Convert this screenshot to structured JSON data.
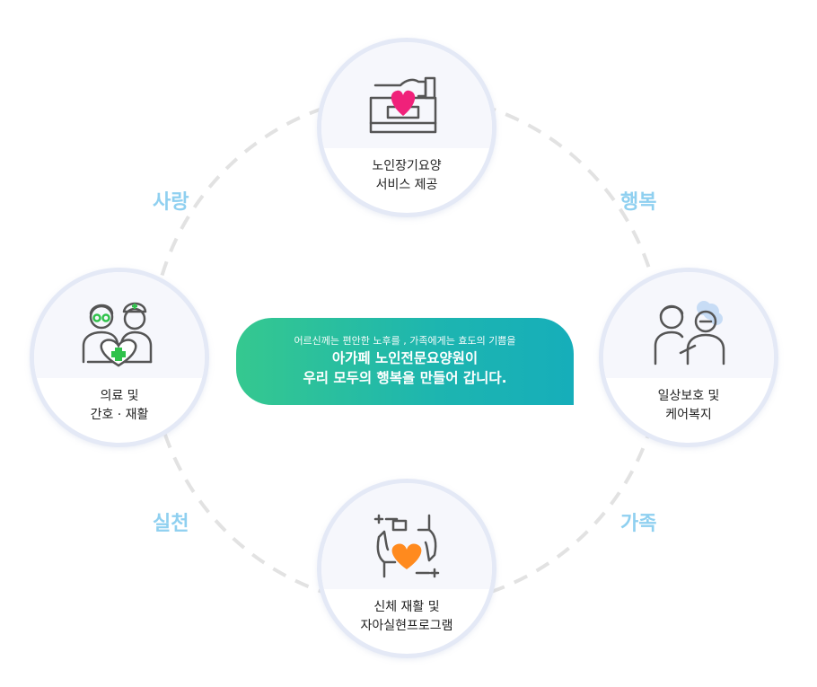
{
  "center": {
    "subtitle": "어르신께는 편안한 노후를 , 가족에게는 효도의 기쁨을",
    "line1": "아가페 노인전문요양원이",
    "line2": "우리 모두의 행복을 만들어 갑니다."
  },
  "values": {
    "top_left": "사랑",
    "top_right": "행복",
    "bottom_left": "실천",
    "bottom_right": "가족"
  },
  "services": {
    "top": {
      "label": "노인장기요양\n서비스 제공",
      "icon": "heart-hand-box-icon"
    },
    "left": {
      "label": "의료 및\n간호 · 재활",
      "icon": "doctor-nurse-icon"
    },
    "right": {
      "label": "일상보호 및\n케어복지",
      "icon": "caregiver-elder-icon"
    },
    "bottom": {
      "label": "신체 재활 및\n자아실현프로그램",
      "icon": "hands-heart-icon"
    }
  },
  "colors": {
    "heart_pink": "#f0217a",
    "medical_green": "#2fc24a",
    "heart_orange": "#ff8a1e",
    "value_text": "#8fd0f0",
    "ring": "#e2e2e2",
    "gradient_start": "#35c88f",
    "gradient_end": "#16aeba"
  }
}
